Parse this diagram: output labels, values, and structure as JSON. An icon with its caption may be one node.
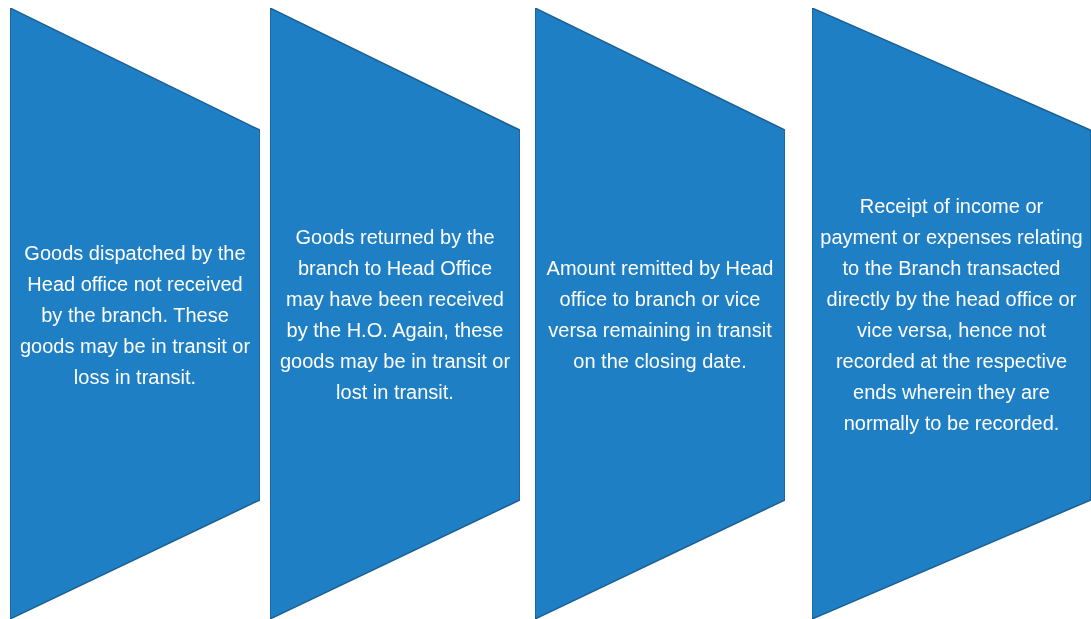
{
  "diagram": {
    "nodes": [
      {
        "text": [
          "Goods dispatched by the Head office not received by the branch. These goods may be in transit or loss in transit."
        ]
      },
      {
        "text": [
          "Goods returned by the branch to Head Office may have been received by the H.O. Again, these goods may be in transit or lost in transit."
        ]
      },
      {
        "text": [
          "Amount remitted by Head office to branch or vice versa remaining in transit on the closing date."
        ]
      },
      {
        "text": [
          "Receipt of income or payment or expenses relating to the Branch transacted directly by the head office or vice versa, hence not recorded at the respective ends wherein they are normally to be recorded."
        ]
      }
    ]
  }
}
